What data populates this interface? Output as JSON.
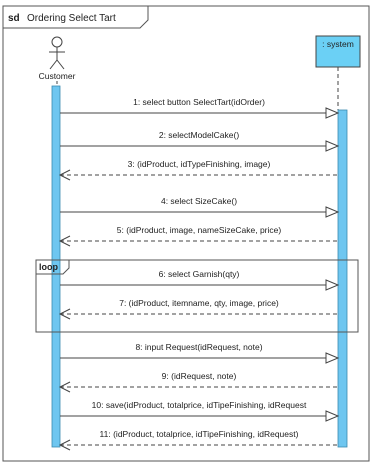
{
  "frame": {
    "keyword": "sd",
    "name": "Ordering Select Tart"
  },
  "actors": {
    "customer": "Customer",
    "system": ": system"
  },
  "colors": {
    "lifeline": "#5bc8ef",
    "activation": "#6ec6f0",
    "system_box": "#6bd0f5",
    "line": "#444444",
    "arrow_fill": "#ffffff"
  },
  "fragment": {
    "operator": "loop"
  },
  "messages": [
    {
      "label": "1: select button SelectTart(idOrder)",
      "type": "sync"
    },
    {
      "label": "2: selectModelCake()",
      "type": "sync"
    },
    {
      "label": "3: (idProduct, idTypeFinishing, image)",
      "type": "return"
    },
    {
      "label": "4: select SizeCake()",
      "type": "sync"
    },
    {
      "label": "5: (idProduct, image, nameSizeCake, price)",
      "type": "return"
    },
    {
      "label": "6: select Garnish(qty)",
      "type": "sync"
    },
    {
      "label": "7: (idProduct, itemname, qty, image, price)",
      "type": "return"
    },
    {
      "label": "8: input Request(idRequest, note)",
      "type": "sync"
    },
    {
      "label": "9: (idRequest, note)",
      "type": "return"
    },
    {
      "label": "10: save(idProduct, totalprice, idTipeFinishing, idRequest",
      "type": "sync"
    },
    {
      "label": "11: (idProduct, totalprice, idTipeFinishing, idRequest)",
      "type": "return"
    }
  ]
}
